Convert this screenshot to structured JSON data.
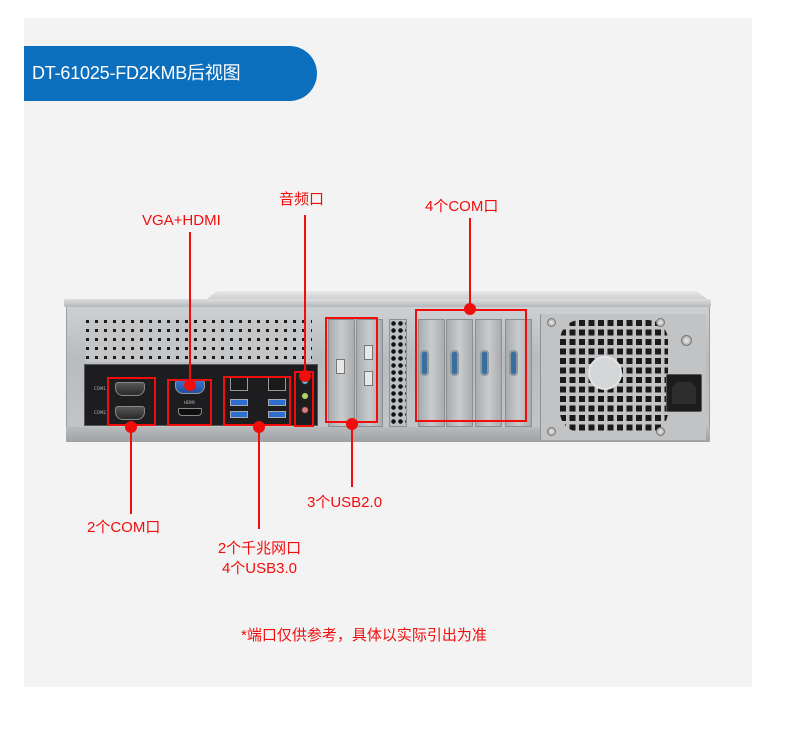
{
  "header": {
    "title": "DT-61025-FD2KMB后视图",
    "accent_color": "#0b6fbd"
  },
  "callouts": {
    "audio": "音频口",
    "vga_hdmi": "VGA+HDMI",
    "com_4": "4个COM口",
    "com_2": "2个COM口",
    "usb2": "3个USB2.0",
    "lan_line1": "2个千兆网口",
    "lan_line2": "4个USB3.0",
    "callout_color": "#f20d0d"
  },
  "device": {
    "com_labels": [
      "COM1",
      "COM2"
    ],
    "hdmi_label": "HDMI"
  },
  "footnote": "*端口仅供参考，具体以实际引出为准"
}
